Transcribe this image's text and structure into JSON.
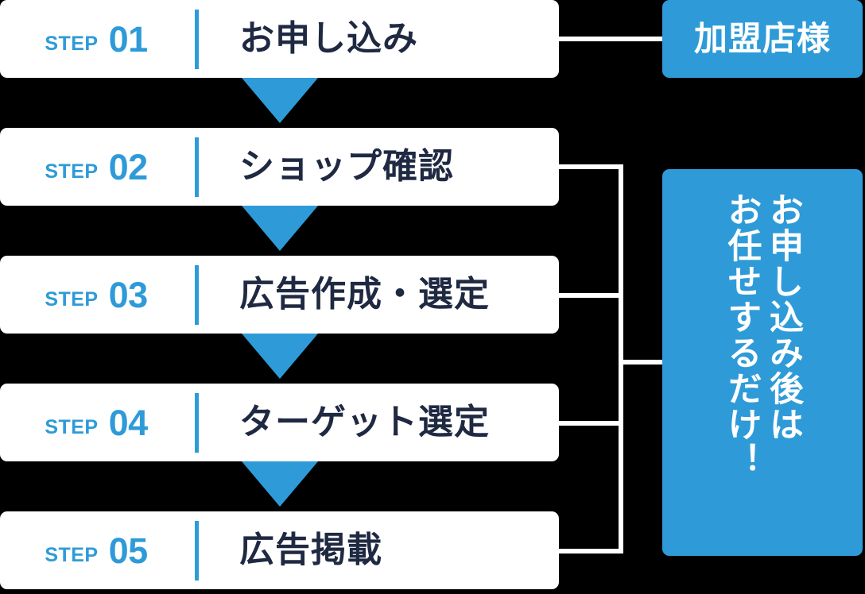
{
  "diagram": {
    "title": "Advertising application flow",
    "colors": {
      "accent_blue": "#2E9BD8",
      "card_background": "#FFFFFF",
      "text_dark": "#1F2942",
      "page_background": "#000000",
      "connector": "#FFFFFF"
    },
    "steps": [
      {
        "step_word": "STEP",
        "number": "01",
        "title": "お申し込み"
      },
      {
        "step_word": "STEP",
        "number": "02",
        "title": "ショップ確認"
      },
      {
        "step_word": "STEP",
        "number": "03",
        "title": "広告作成・選定"
      },
      {
        "step_word": "STEP",
        "number": "04",
        "title": "ターゲット選定"
      },
      {
        "step_word": "STEP",
        "number": "05",
        "title": "広告掲載"
      }
    ],
    "callouts": {
      "partner": {
        "label": "加盟店様"
      },
      "leave_to_us": {
        "column_right": "お申し込み後は",
        "column_left": "お任せするだけ！",
        "full_text": "お申し込み後はお任せするだけ！"
      }
    }
  }
}
